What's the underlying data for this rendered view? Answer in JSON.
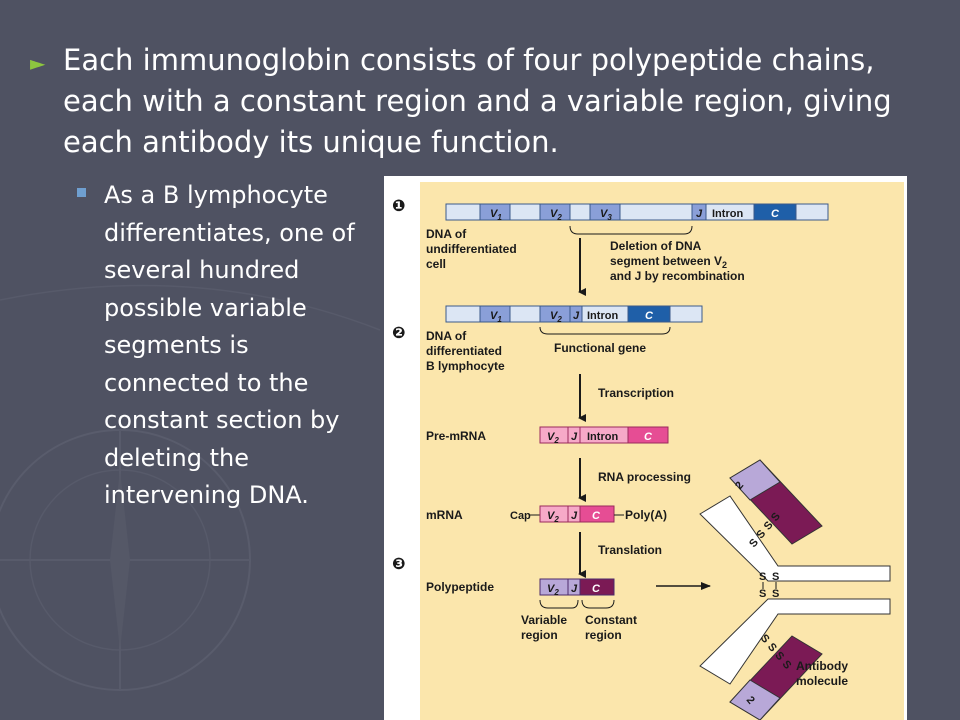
{
  "colors": {
    "background": "#4f5262",
    "figure_bg": "#fbe6ac",
    "accent_arrow": "#8dc63f",
    "sub_bullet": "#6f9fd0",
    "variable": "#8a9fd8",
    "constant_dna": "#1f5fa8",
    "rna_pink": "#e64d94",
    "rna_light": "#f6a9c8",
    "protein_purple": "#7b1a55",
    "protein_light": "#b8a8d8"
  },
  "main_bullet": "Each immunoglobin consists of four polypeptide chains, each with a constant region and a variable region, giving each antibody its unique function.",
  "sub_bullet": "As a B lymphocyte differentiates, one of several hundred possible variable segments is connected to the constant section by deleting the intervening DNA.",
  "figure": {
    "step1": "❶",
    "step2": "❷",
    "step3": "❸",
    "dna_undiff_line1": "DNA of",
    "dna_undiff_line2": "undifferentiated",
    "dna_undiff_line3": "cell",
    "deletion_line1": "Deletion of DNA",
    "deletion_line2": "segment between V",
    "deletion_line2_sub": "2",
    "deletion_line3": "and J by recombination",
    "dna_diff_line1": "DNA of",
    "dna_diff_line2": "differentiated",
    "dna_diff_line3": "B lymphocyte",
    "functional_gene": "Functional gene",
    "transcription": "Transcription",
    "pre_mrna": "Pre-mRNA",
    "rna_processing": "RNA processing",
    "mrna": "mRNA",
    "cap": "Cap",
    "poly_a": "Poly(A)",
    "translation": "Translation",
    "polypeptide": "Polypeptide",
    "variable_region_line1": "Variable",
    "variable_region_line2": "region",
    "constant_region_line1": "Constant",
    "constant_region_line2": "region",
    "antibody_line1": "Antibody",
    "antibody_line2": "molecule",
    "seg_v": "V",
    "sub1": "1",
    "sub2": "2",
    "sub3": "3",
    "seg_j": "J",
    "seg_intron": "Intron",
    "seg_c": "C",
    "ss": "S",
    "chain_label": "2"
  }
}
